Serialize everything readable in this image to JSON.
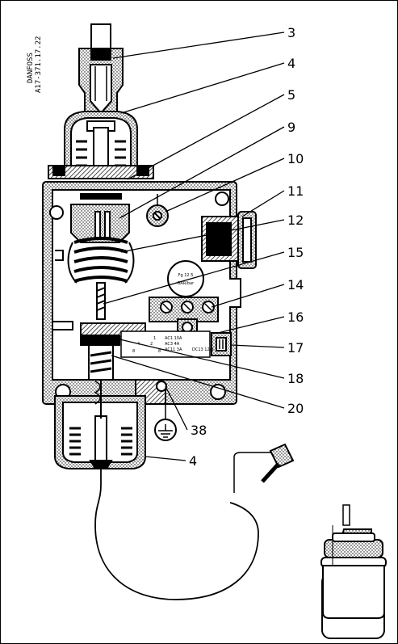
{
  "meta": {
    "manufacturer": "DANFOSS",
    "drawing_code": "A17-371.17.22"
  },
  "callouts": [
    {
      "id": "c3",
      "label": "3"
    },
    {
      "id": "c4a",
      "label": "4"
    },
    {
      "id": "c5",
      "label": "5"
    },
    {
      "id": "c9",
      "label": "9"
    },
    {
      "id": "c10",
      "label": "10"
    },
    {
      "id": "c11",
      "label": "11"
    },
    {
      "id": "c12",
      "label": "12"
    },
    {
      "id": "c15",
      "label": "15"
    },
    {
      "id": "c14",
      "label": "14"
    },
    {
      "id": "c16",
      "label": "16"
    },
    {
      "id": "c17",
      "label": "17"
    },
    {
      "id": "c18",
      "label": "18"
    },
    {
      "id": "c20",
      "label": "20"
    },
    {
      "id": "c38",
      "label": "38"
    },
    {
      "id": "c4b",
      "label": "4"
    }
  ],
  "scale_plate": {
    "line1": "Fg 12.5",
    "line2": "BAR/bar"
  },
  "switch_text": {
    "r1": "AC1 10A",
    "r2": "AC3 4A",
    "r3": "AC11 3A",
    "r4": "DC13 12W",
    "mark_a": "1",
    "mark_b": "4",
    "mark_c": "2",
    "mark_d": "8",
    "mark_e": "8"
  },
  "colors": {
    "ink": "#000000",
    "fill_dots": "#000000",
    "background": "#ffffff"
  }
}
